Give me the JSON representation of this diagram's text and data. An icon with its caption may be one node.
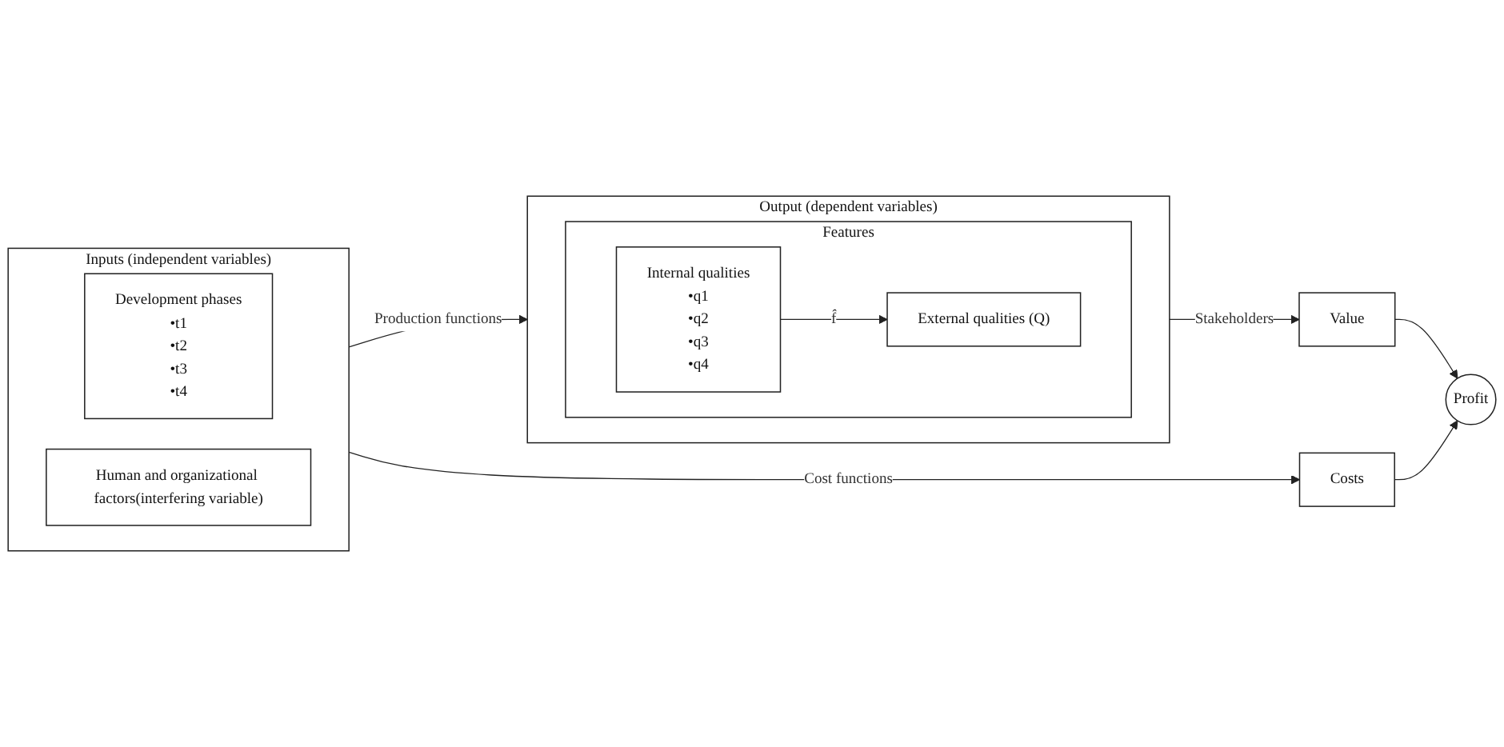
{
  "diagram": {
    "nodes": [
      {
        "text": [
          "Inputs (independent variables)"
        ]
      },
      {
        "text": [
          "Development phases",
          "•t1",
          "•t2",
          "•t3",
          "•t4"
        ],
        "in": 0
      },
      {
        "text": [
          "Human and organizational factors(interfering variable)"
        ],
        "in": 0
      },
      {
        "text": [
          "Output (dependent variables)"
        ]
      },
      {
        "text": [
          "Features"
        ],
        "in": 3
      },
      {
        "text": [
          "Internal qualities",
          "•q1",
          "•q2",
          "•q3",
          "•q4"
        ],
        "in": 4
      },
      {
        "text": [
          "External qualities (Q)"
        ],
        "in": 4
      },
      {
        "text": [
          "Value"
        ]
      },
      {
        "text": [
          "Costs"
        ]
      },
      {
        "text": [
          "Profit"
        ]
      }
    ],
    "edges": [
      {
        "from": 0,
        "to": 3,
        "arrow": "to",
        "label": "Production functions"
      },
      {
        "from": 0,
        "to": 8,
        "arrow": "to",
        "label": "Cost functions"
      },
      {
        "from": 5,
        "to": 6,
        "arrow": "to",
        "label": "f̂"
      },
      {
        "from": 3,
        "to": 7,
        "arrow": "to",
        "label": "Stakeholders"
      },
      {
        "from": 7,
        "to": 9,
        "arrow": "to"
      },
      {
        "from": 8,
        "to": 9,
        "arrow": "to"
      }
    ]
  }
}
